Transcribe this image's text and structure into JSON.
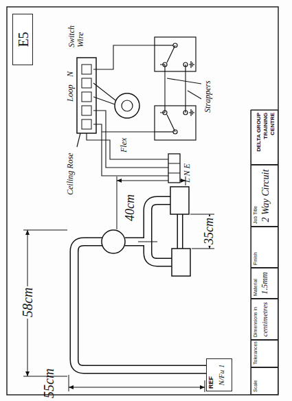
{
  "diagram": {
    "nodes": [
      {
        "text": [
          "E5"
        ]
      },
      {
        "text": [
          "Scale"
        ]
      },
      {
        "text": [
          "Tolerances"
        ]
      },
      {
        "text": [
          "Dimensions in",
          "centimetres"
        ]
      },
      {
        "text": [
          "Material",
          "1.5mm"
        ]
      },
      {
        "text": [
          "Finish"
        ]
      },
      {
        "text": [
          "Job Title",
          "2 Way Circuit"
        ]
      },
      {
        "text": [
          "DELTA GROUP TRAINING CENTRE"
        ]
      },
      {
        "text": [
          "REF",
          "N/Fu 1"
        ]
      }
    ],
    "labels": [
      "Switch Wire",
      "N",
      "Loop",
      "Ceiling Rose",
      "Flex",
      "Strappers",
      "L N E",
      "58cm",
      "55cm",
      "40cm",
      "35cm"
    ]
  }
}
